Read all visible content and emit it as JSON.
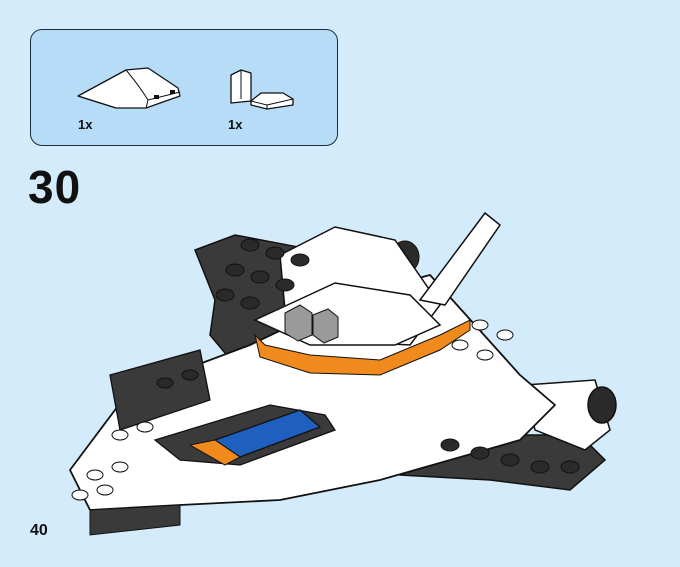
{
  "step": {
    "number": "30"
  },
  "page": {
    "number": "40"
  },
  "parts": [
    {
      "name": "wedge-plate-white",
      "qty": "1x"
    },
    {
      "name": "slope-brick-white",
      "qty": "1x"
    }
  ],
  "colors": {
    "background": "#d4ebfb",
    "parts_panel": "#b7dcf7",
    "white": "#ffffff",
    "dark_gray": "#3c3c3c",
    "orange": "#f08a1c",
    "blue": "#1f5fbf",
    "light_gray": "#9a9a9a"
  }
}
